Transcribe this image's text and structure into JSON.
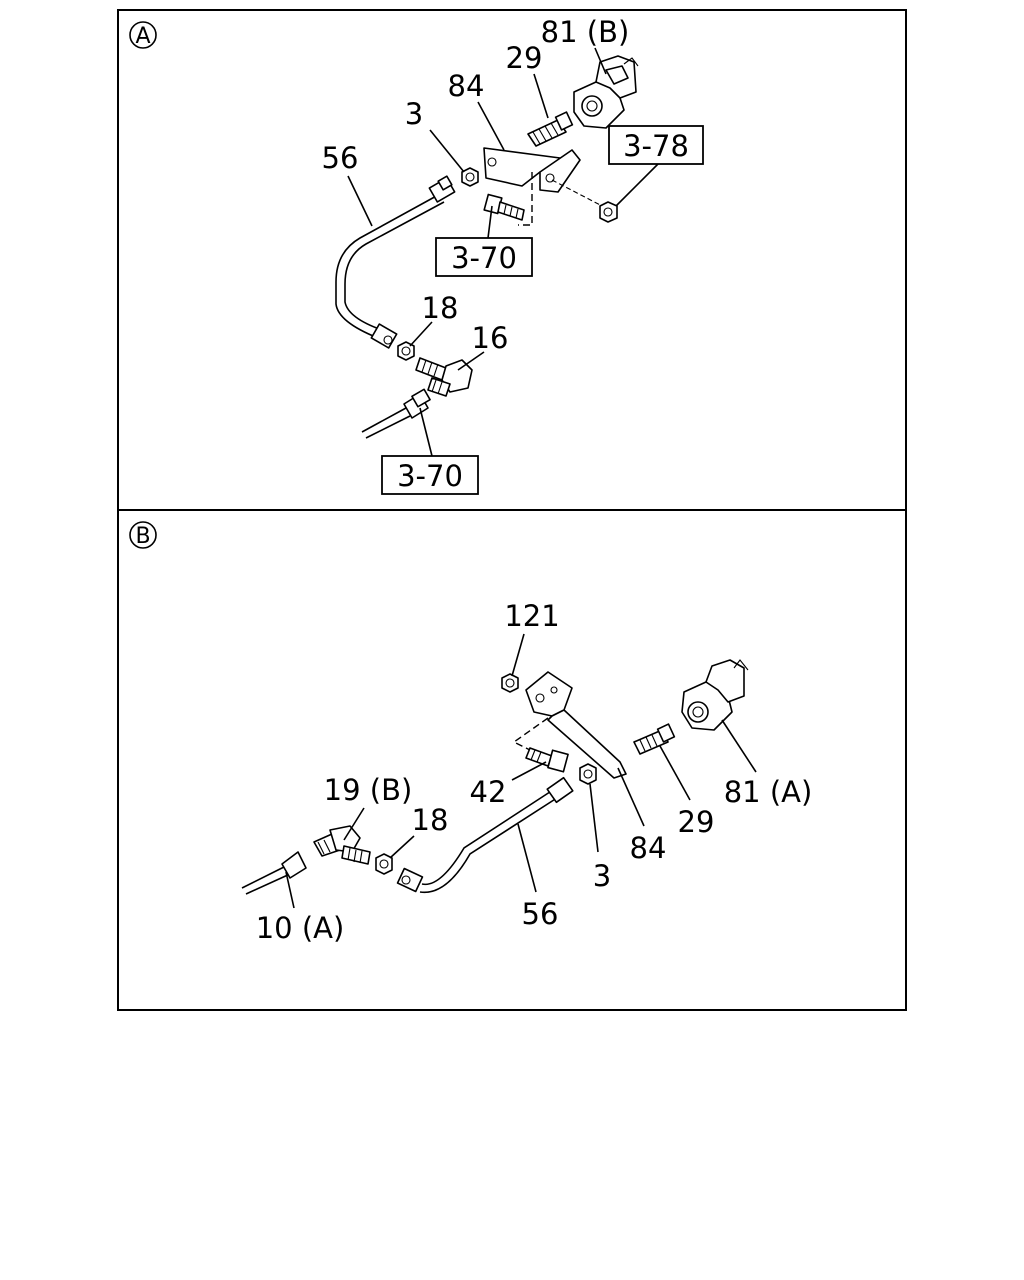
{
  "panels": [
    {
      "id": "A",
      "labels": [
        "81 (B)",
        "29",
        "84",
        "3",
        "56",
        "18",
        "16"
      ],
      "boxed_refs": [
        "3-78",
        "3-70",
        "3-70"
      ]
    },
    {
      "id": "B",
      "labels": [
        "121",
        "42",
        "84",
        "29",
        "81 (A)",
        "19 (B)",
        "18",
        "3",
        "56",
        "10 (A)"
      ]
    }
  ]
}
